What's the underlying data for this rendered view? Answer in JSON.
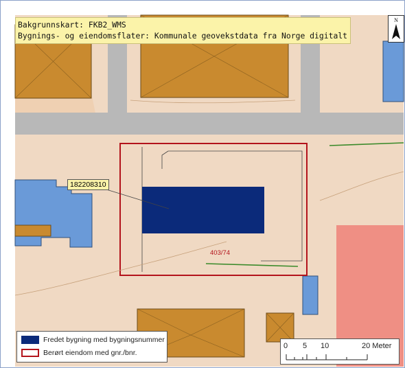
{
  "info": {
    "line1": "Bakgrunnskart: FKB2_WMS",
    "line2": "Bygnings- og eiendomsflater: Kommunale geovekstdata fra Norge digitalt"
  },
  "north_arrow": {
    "label": "N",
    "icon": "north-arrow-icon"
  },
  "building_callout": {
    "number": "182208310"
  },
  "parcel": {
    "label": "403/74"
  },
  "legend": {
    "items": [
      {
        "label": "Fredet bygning med bygningsnummer",
        "color": "#0b2a7a"
      },
      {
        "label": "Berørt eiendom med gnr./bnr.",
        "color": "#b3131b"
      }
    ]
  },
  "scale": {
    "ticks": [
      "0",
      "5",
      "10",
      "20 Meter"
    ]
  },
  "colors": {
    "ground": "#f0d9c3",
    "road": "#b8b8b8",
    "building": "#c98a2f",
    "blue_building": "#6a9ad8",
    "protected": "#0b2a7a",
    "parcel_border": "#b3131b",
    "red_zone": "#ef8f84"
  }
}
